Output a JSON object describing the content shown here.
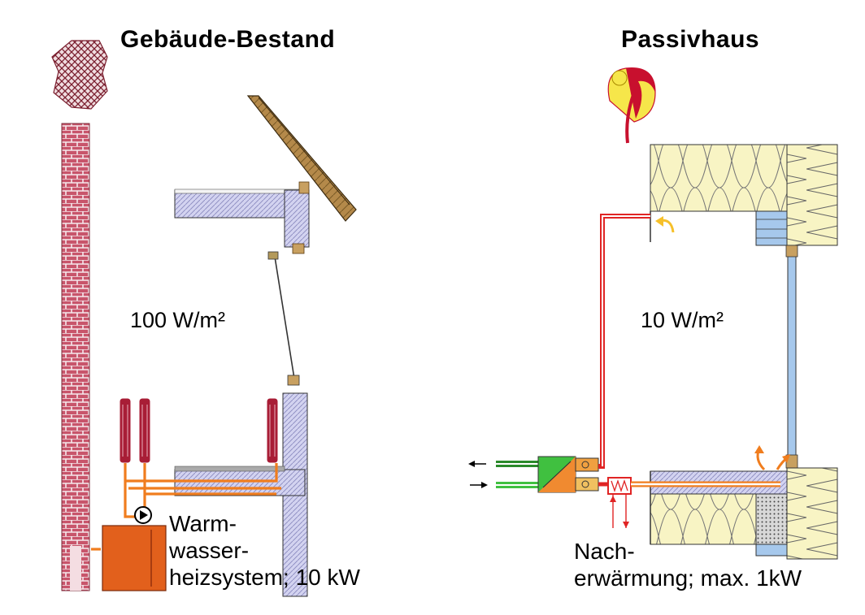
{
  "left": {
    "title": "Gebäude-Bestand",
    "heat_load": "100 W/m²",
    "system_label": [
      "Warm-",
      "wasser-",
      "heizsystem; 10 kW"
    ]
  },
  "right": {
    "title": "Passivhaus",
    "heat_load": "10 W/m²",
    "system_label": [
      "Nach-",
      "erwärmung; max. 1kW"
    ]
  },
  "colors": {
    "brick": "#c8556b",
    "pipe_orange": "#f07d1e",
    "radiator_red": "#a81d36",
    "boiler": "#e2601c",
    "insulation": "#f8f4c4",
    "concrete": "#d3d3f0",
    "timber": "#b4894a",
    "supply_red": "#e02424",
    "heat_exchanger_green": "#40c040",
    "window_blue": "#a6c8ec",
    "logo_yellow": "#f6e64a",
    "logo_red": "#c8102e"
  }
}
